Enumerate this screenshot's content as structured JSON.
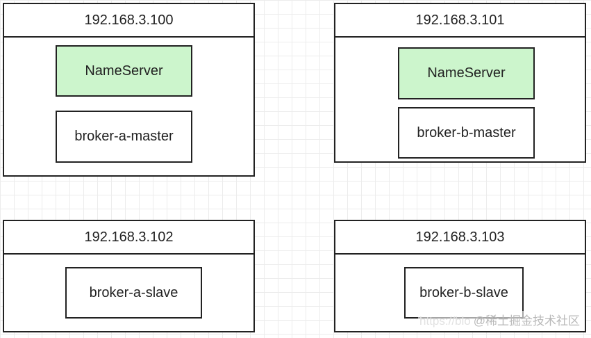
{
  "hosts": [
    {
      "ip": "192.168.3.100",
      "nodes": [
        "NameServer",
        "broker-a-master"
      ]
    },
    {
      "ip": "192.168.3.101",
      "nodes": [
        "NameServer",
        "broker-b-master"
      ]
    },
    {
      "ip": "192.168.3.102",
      "nodes": [
        "broker-a-slave"
      ]
    },
    {
      "ip": "192.168.3.103",
      "nodes": [
        "broker-b-slave"
      ]
    }
  ],
  "watermark": {
    "url": "https://blo",
    "text": "@稀土掘金技术社区"
  },
  "colors": {
    "nameserver_fill": "#ccf5cc",
    "border": "#222222",
    "grid": "#ececec"
  }
}
